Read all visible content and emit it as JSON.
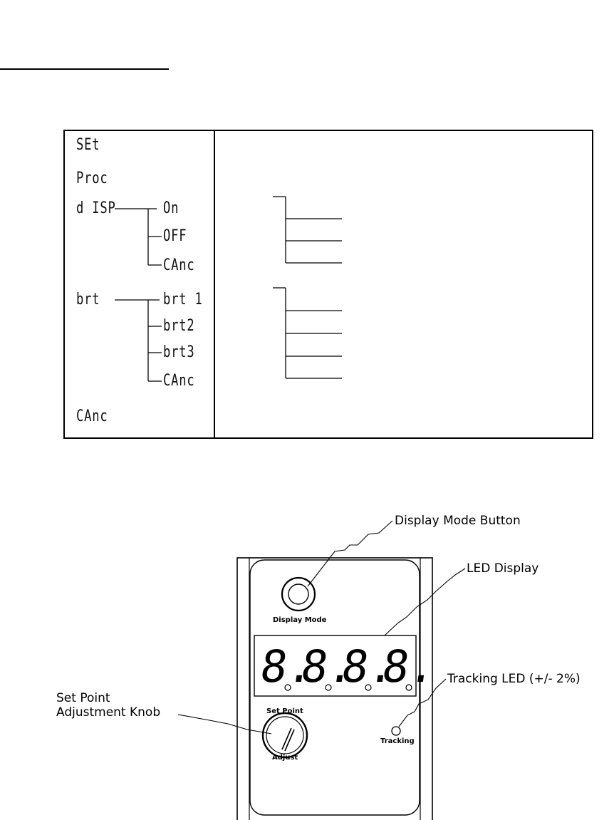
{
  "menu": {
    "items": [
      {
        "id": "set",
        "label": "SEt"
      },
      {
        "id": "proc",
        "label": "Proc"
      },
      {
        "id": "disp",
        "label": "d ISP",
        "children": [
          {
            "label": "On"
          },
          {
            "label": "OFF"
          },
          {
            "label": "CAnc"
          }
        ]
      },
      {
        "id": "brt",
        "label": "brt",
        "children": [
          {
            "label": "brt 1"
          },
          {
            "label": "brt2"
          },
          {
            "label": "brt3"
          },
          {
            "label": "CAnc"
          }
        ]
      },
      {
        "id": "canc",
        "label": "CAnc"
      }
    ]
  },
  "panel": {
    "display_mode_label": "Display Mode",
    "set_point_label": "Set Point",
    "adjust_label": "Adjust",
    "tracking_label": "Tracking",
    "digits": [
      "8.",
      "8.",
      "8.",
      "8."
    ]
  },
  "callouts": {
    "display_mode_button": "Display Mode Button",
    "led_display": "LED Display",
    "tracking_led": "Tracking LED (+/- 2%)",
    "set_point_line1": "Set Point",
    "set_point_line2": "Adjustment Knob"
  }
}
